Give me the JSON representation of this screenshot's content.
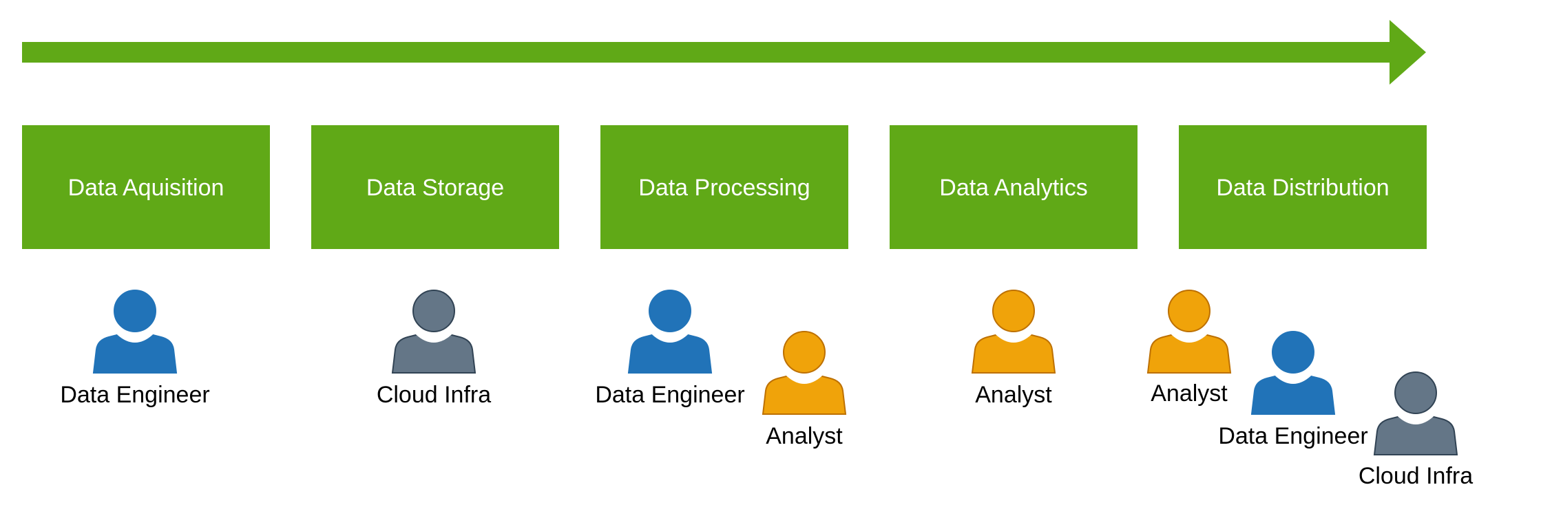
{
  "colors": {
    "stage_fill": "#60a917",
    "arrow": "#60a917",
    "stage_text": "#ffffff",
    "role_text": "#000000"
  },
  "role_styles": {
    "data-engineer": {
      "fill": "#2173b8",
      "stroke": "#2173b8"
    },
    "cloud-infra": {
      "fill": "#647687",
      "stroke": "#314354"
    },
    "analyst": {
      "fill": "#f0a30a",
      "stroke": "#bd7000"
    }
  },
  "stages": [
    {
      "label": "Data Aquisition",
      "people": [
        {
          "role": "data-engineer",
          "label": "Data Engineer",
          "icon": "person-icon"
        }
      ]
    },
    {
      "label": "Data Storage",
      "people": [
        {
          "role": "cloud-infra",
          "label": "Cloud Infra",
          "icon": "person-icon"
        }
      ]
    },
    {
      "label": "Data Processing",
      "people": [
        {
          "role": "data-engineer",
          "label": "Data Engineer",
          "icon": "person-icon"
        },
        {
          "role": "analyst",
          "label": "Analyst",
          "icon": "person-icon"
        }
      ]
    },
    {
      "label": "Data Analytics",
      "people": [
        {
          "role": "analyst",
          "label": "Analyst",
          "icon": "person-icon"
        }
      ]
    },
    {
      "label": "Data Distribution",
      "people": [
        {
          "role": "analyst",
          "label": "Analyst",
          "icon": "person-icon"
        },
        {
          "role": "data-engineer",
          "label": "Data Engineer",
          "icon": "person-icon"
        },
        {
          "role": "cloud-infra",
          "label": "Cloud Infra",
          "icon": "person-icon"
        }
      ]
    }
  ]
}
